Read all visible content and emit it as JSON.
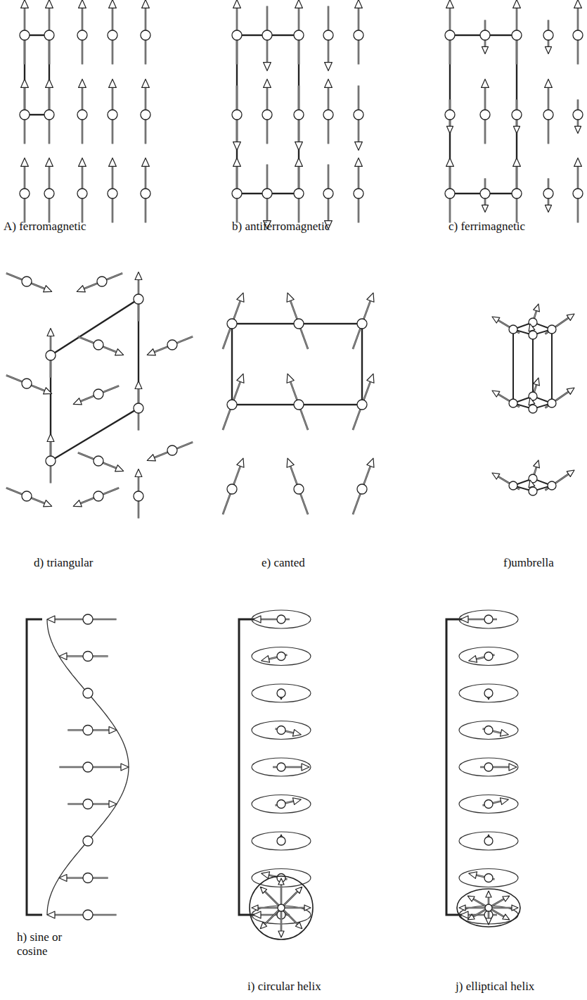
{
  "diagram": {
    "labels": [
      "A) ferromagnetic",
      "b) antiferromagnetic",
      "c) ferrimagnetic",
      "d) triangular",
      "e) canted",
      "f)umbrella",
      "h) sine or cosine",
      "i) circular helix",
      "j) elliptical helix"
    ]
  }
}
